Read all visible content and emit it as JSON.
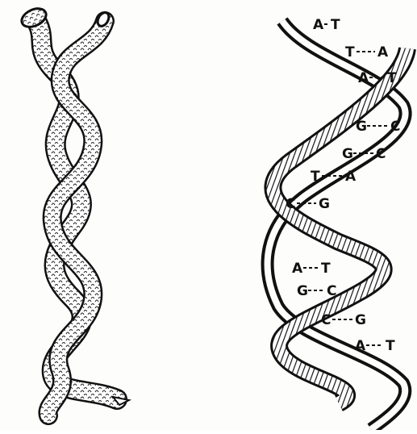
{
  "figure": {
    "left_panel": {
      "subject": "two intertwined snakes"
    },
    "right_panel": {
      "subject": "DNA double helix",
      "base_pairs": [
        {
          "left": "A",
          "right": "T"
        },
        {
          "left": "T",
          "right": "A"
        },
        {
          "left": "A",
          "right": "T"
        },
        {
          "left": "G",
          "right": "C"
        },
        {
          "left": "G",
          "right": "C"
        },
        {
          "left": "T",
          "right": "A"
        },
        {
          "left": "C",
          "right": "G"
        },
        {
          "left": "A",
          "right": "T"
        },
        {
          "left": "G",
          "right": "C"
        },
        {
          "left": "C",
          "right": "G"
        },
        {
          "left": "A",
          "right": "T"
        }
      ]
    },
    "colors": {
      "ink": "#111111",
      "paper": "#fdfdfb",
      "scale": "#ffffff"
    }
  }
}
